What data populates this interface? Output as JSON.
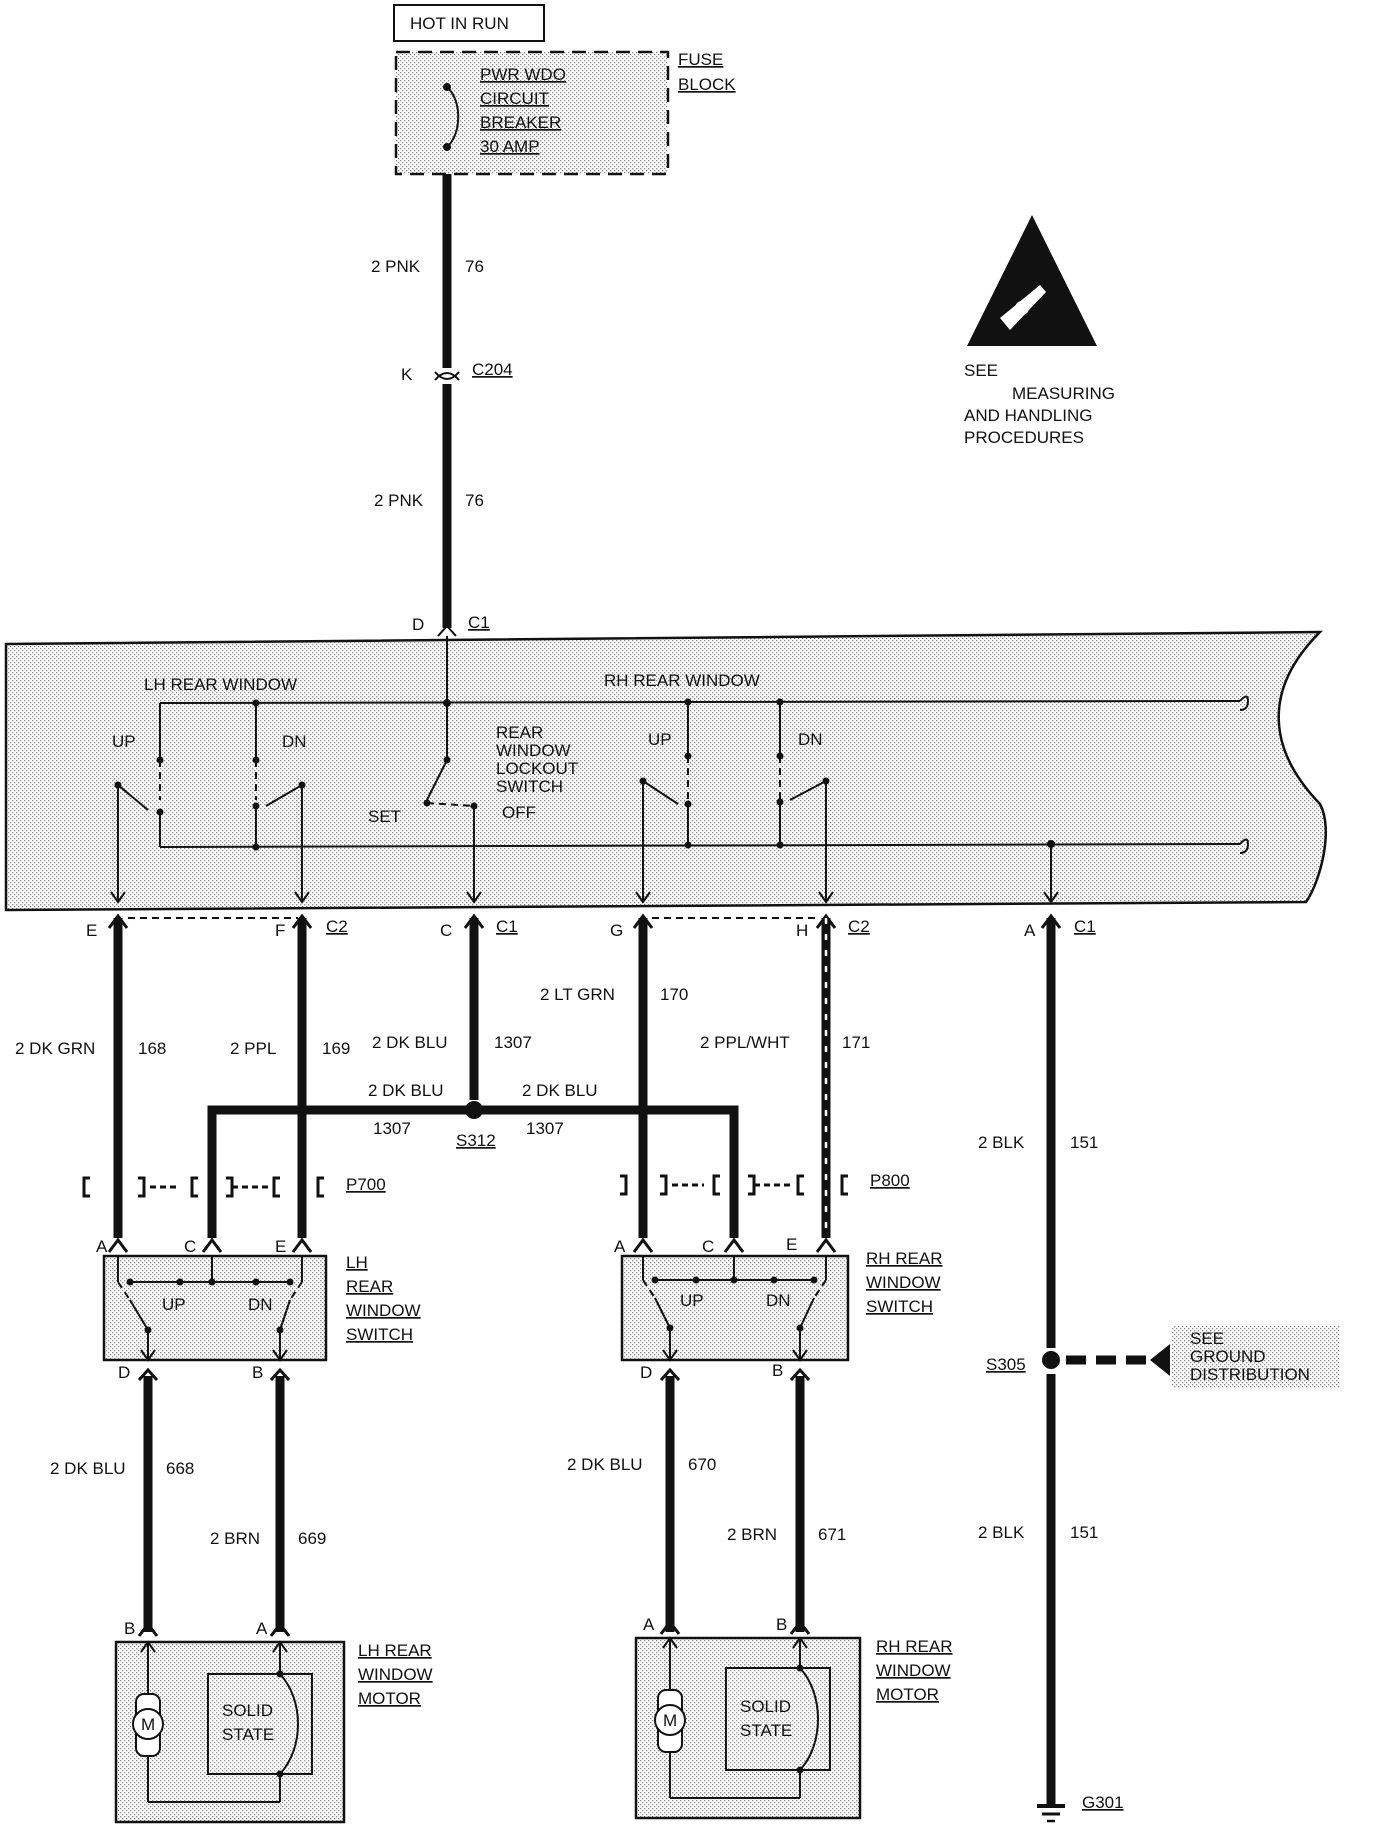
{
  "top": {
    "hot_in_run": "HOT IN RUN",
    "breaker": [
      "PWR WDO",
      "CIRCUIT",
      "BREAKER",
      "30 AMP"
    ],
    "fuse_block": [
      "FUSE",
      "BLOCK"
    ]
  },
  "feed": {
    "wire_upper": "2 PNK",
    "circuit_upper": "76",
    "conn_pin": "K",
    "conn_name": "C204",
    "wire_lower": "2 PNK",
    "circuit_lower": "76"
  },
  "esd": {
    "line1": "SEE",
    "line2": "MEASURING",
    "line3": "AND HANDLING",
    "line4": "PROCEDURES"
  },
  "master": {
    "pin_top": "D",
    "conn_top": "C1",
    "lh_title": "LH  REAR WINDOW",
    "rh_title": "RH  REAR  WINDOW",
    "up": "UP",
    "dn": "DN",
    "lockout": [
      "REAR",
      "WINDOW",
      "LOCKOUT",
      "SWITCH"
    ],
    "set": "SET",
    "off": "OFF"
  },
  "bottom_pins": {
    "e": "E",
    "f": "F",
    "c2_left": "C2",
    "c": "C",
    "c1_mid": "C1",
    "g": "G",
    "h": "H",
    "c2_right": "C2",
    "a": "A",
    "c1_right": "C1"
  },
  "wires": {
    "w168": "2 DK GRN",
    "c168": "168",
    "w169": "2 PPL",
    "c169": "169",
    "w1307": "2 DK BLU",
    "c1307": "1307",
    "w170": "2 LT GRN",
    "c170": "170",
    "w171": "2 PPL/WHT",
    "c171": "171",
    "w151a": "2 BLK",
    "c151a": "151",
    "w151b": "2 BLK",
    "c151b": "151",
    "w1307_left": "2 DK BLU",
    "c1307_left": "1307",
    "w1307_right": "2 DK BLU",
    "c1307_right": "1307",
    "splice": "S312",
    "w668": "2 DK BLU",
    "c668": "668",
    "w669": "2 BRN",
    "c669": "669",
    "w670": "2 DK BLU",
    "c670": "670",
    "w671": "2 BRN",
    "c671": "671"
  },
  "connectors": {
    "p700": "P700",
    "p800": "P800"
  },
  "lh_switch": {
    "label": [
      "LH",
      "REAR",
      "WINDOW",
      "SWITCH"
    ],
    "pin_a": "A",
    "pin_c": "C",
    "pin_e": "E",
    "up": "UP",
    "dn": "DN",
    "pin_d": "D",
    "pin_b": "B"
  },
  "rh_switch": {
    "label": [
      "RH REAR",
      "WINDOW",
      "SWITCH"
    ],
    "pin_a": "A",
    "pin_c": "C",
    "pin_e": "E",
    "up": "UP",
    "dn": "DN",
    "pin_d": "D",
    "pin_b": "B"
  },
  "lh_motor": {
    "label": [
      "LH REAR",
      "WINDOW",
      "MOTOR"
    ],
    "pin_b": "B",
    "pin_a": "A",
    "m": "M",
    "solid": "SOLID",
    "state": "STATE"
  },
  "rh_motor": {
    "label": [
      "RH REAR",
      "WINDOW",
      "MOTOR"
    ],
    "pin_a": "A",
    "pin_b": "B",
    "m": "M",
    "solid": "SOLID",
    "state": "STATE"
  },
  "ground": {
    "splice": "S305",
    "see": [
      "SEE",
      "GROUND",
      "DISTRIBUTION"
    ],
    "ground_name": "G301"
  }
}
